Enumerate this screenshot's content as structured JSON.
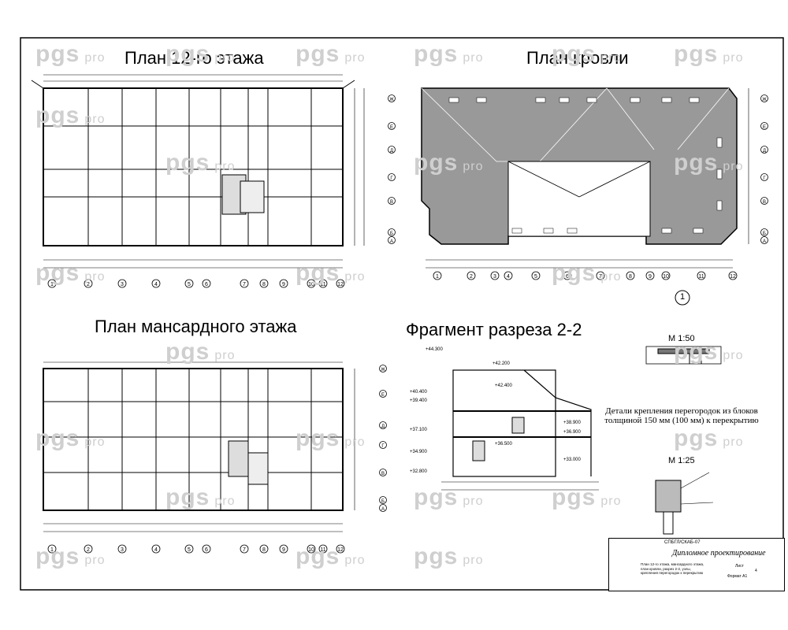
{
  "watermark": {
    "text": "pgs",
    "suffix": "pro"
  },
  "titles": {
    "plan12": "План 12-го этажа",
    "roof": "План кровли",
    "attic": "План мансардного этажа",
    "section": "Фрагмент разреза 2-2"
  },
  "details": {
    "marker": "1",
    "scale50": "М 1:50",
    "note": "Детали крепления перегородок из блоков толщиной 150 мм (100 мм) к перекрытию",
    "scale25": "М 1:25"
  },
  "section_levels": [
    "+44.300",
    "+42.200",
    "+42.400",
    "+40.400",
    "+39.400",
    "+38.900",
    "+37.100",
    "+36.900",
    "+36.500",
    "+34.900",
    "+33.000",
    "+32.800"
  ],
  "axes_horizontal": [
    "1",
    "2",
    "3",
    "4",
    "5",
    "6",
    "7",
    "8",
    "9",
    "10",
    "11",
    "12"
  ],
  "axes_vertical": [
    "А",
    "Б",
    "В",
    "Г",
    "Д",
    "Е",
    "Ж"
  ],
  "stamp": {
    "code": "СПБГЛ/СКАБ-07",
    "name": "Дипломное проектирование",
    "description": "План 12-го этажа, мансардного этажа, план кровли, разрез 2-2, узлы, крепления перегородок к перекрытию",
    "sheet_label": "Лист",
    "sheet_value": "4",
    "format": "Формат А1"
  }
}
